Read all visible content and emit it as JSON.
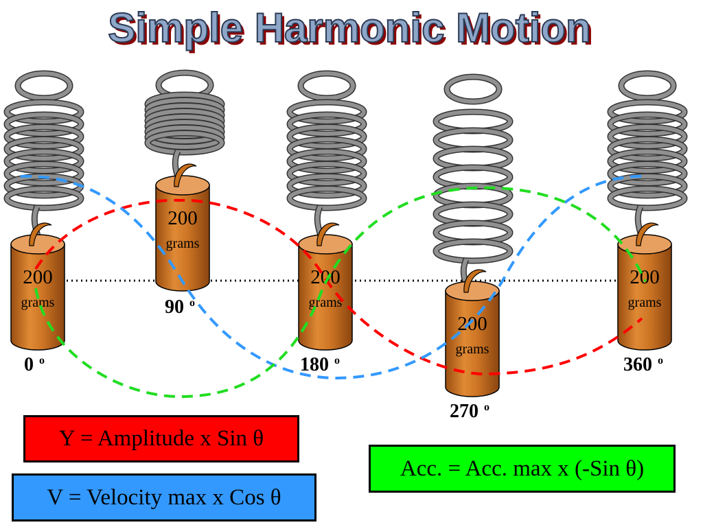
{
  "title": "Simple Harmonic Motion",
  "mass_label": {
    "value": "200",
    "unit": "grams"
  },
  "angles": [
    {
      "value": "0",
      "unit": "o"
    },
    {
      "value": "90",
      "unit": "o"
    },
    {
      "value": "180",
      "unit": "o"
    },
    {
      "value": "270",
      "unit": "o"
    },
    {
      "value": "360",
      "unit": "o"
    }
  ],
  "equations": {
    "displacement": "Y = Amplitude x Sin θ",
    "velocity": "V = Velocity max x Cos θ",
    "acceleration": "Acc. = Acc. max x (-Sin θ)"
  },
  "colors": {
    "displacement": "#ff0000",
    "velocity": "#3399ff",
    "acceleration": "#00ee00",
    "mass": "#c87020",
    "spring": "#909090"
  }
}
